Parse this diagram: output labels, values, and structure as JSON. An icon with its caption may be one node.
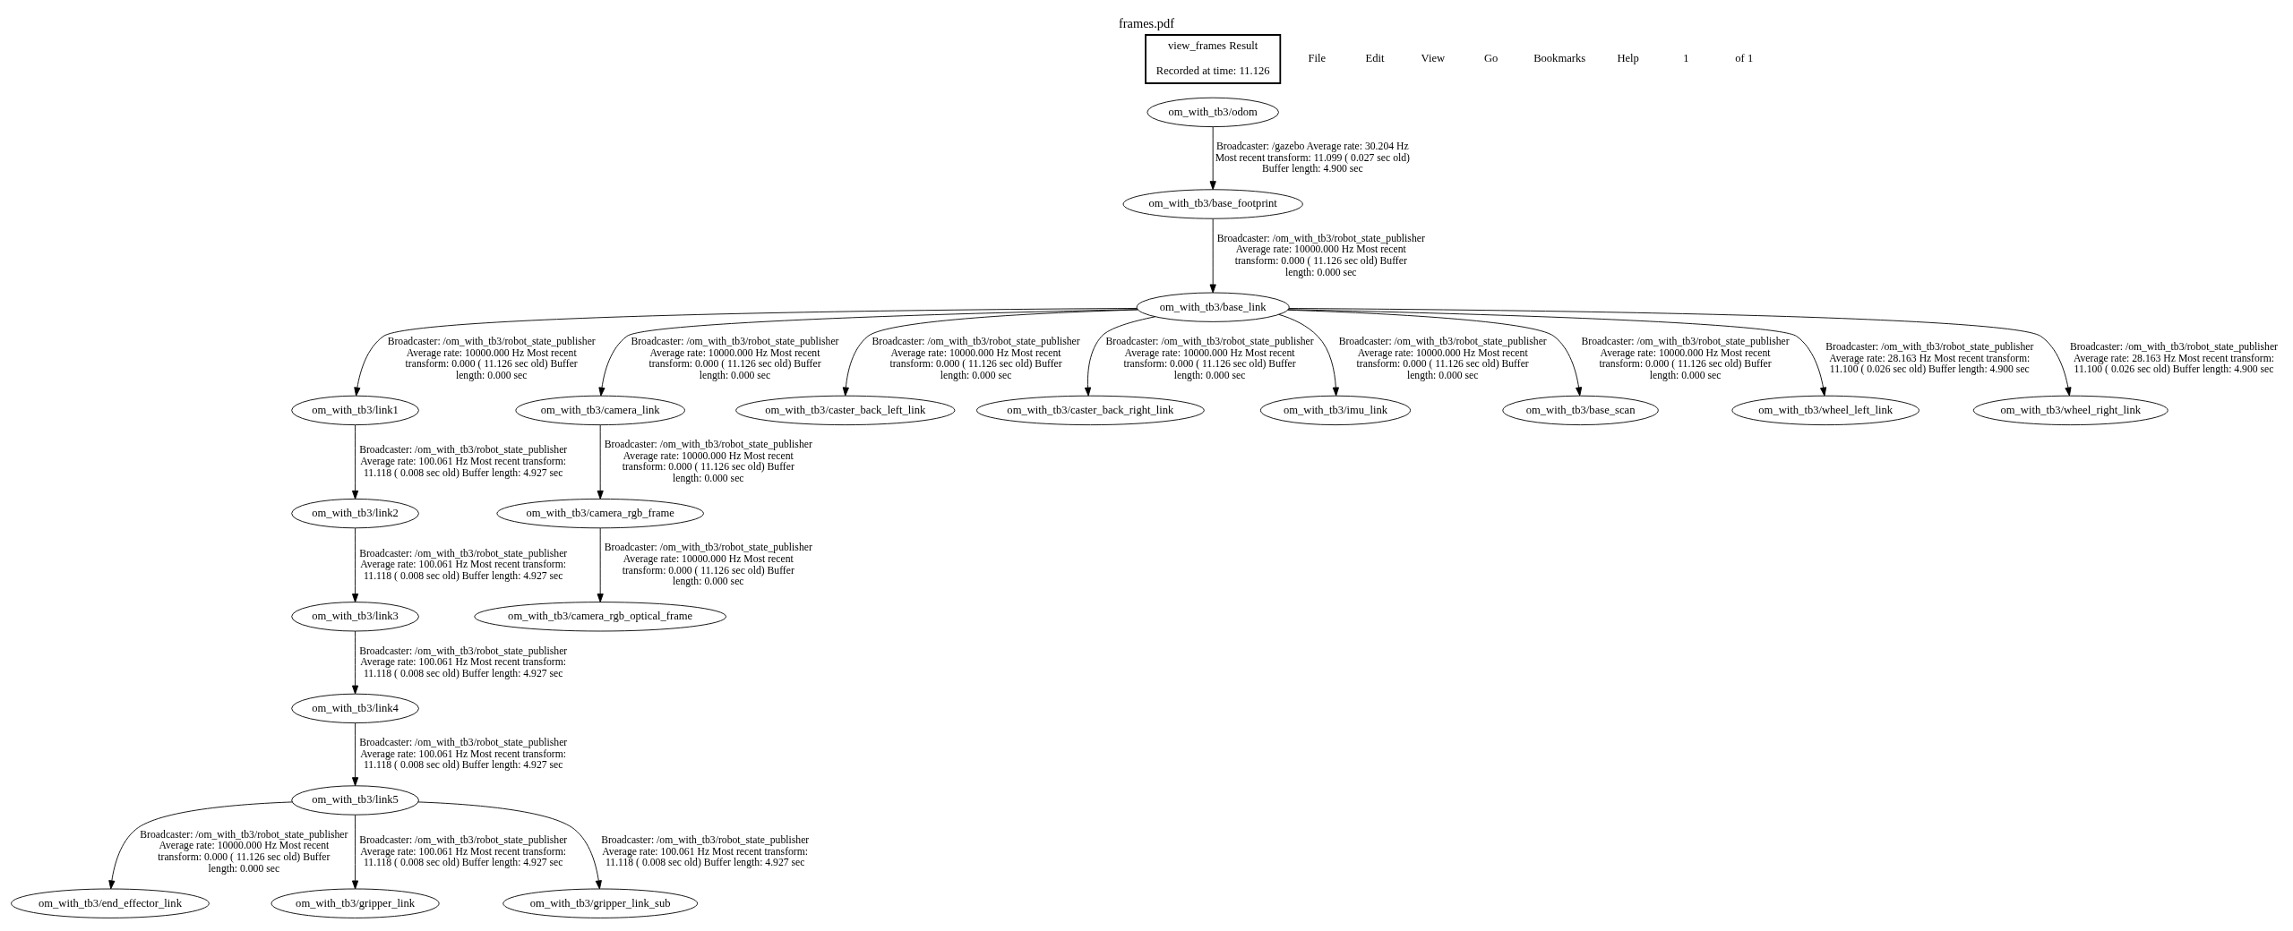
{
  "diagram": {
    "title": "frames.pdf",
    "nodes": [
      {
        "text": [
          "view_frames Result",
          "Recorded at time: 11.126"
        ]
      },
      {
        "text": [
          "om_with_tb3/odom"
        ]
      },
      {
        "text": [
          "om_with_tb3/base_footprint"
        ]
      },
      {
        "text": [
          "om_with_tb3/base_link"
        ]
      },
      {
        "text": [
          "om_with_tb3/link1"
        ]
      },
      {
        "text": [
          "om_with_tb3/camera_link"
        ]
      },
      {
        "text": [
          "om_with_tb3/caster_back_left_link"
        ]
      },
      {
        "text": [
          "om_with_tb3/caster_back_right_link"
        ]
      },
      {
        "text": [
          "om_with_tb3/imu_link"
        ]
      },
      {
        "text": [
          "om_with_tb3/base_scan"
        ]
      },
      {
        "text": [
          "om_with_tb3/wheel_left_link"
        ]
      },
      {
        "text": [
          "om_with_tb3/wheel_right_link"
        ]
      },
      {
        "text": [
          "om_with_tb3/link2"
        ]
      },
      {
        "text": [
          "om_with_tb3/camera_rgb_frame"
        ]
      },
      {
        "text": [
          "om_with_tb3/link3"
        ]
      },
      {
        "text": [
          "om_with_tb3/camera_rgb_optical_frame"
        ]
      },
      {
        "text": [
          "om_with_tb3/link4"
        ]
      },
      {
        "text": [
          "om_with_tb3/link5"
        ]
      },
      {
        "text": [
          "om_with_tb3/end_effector_link"
        ]
      },
      {
        "text": [
          "om_with_tb3/gripper_link"
        ]
      },
      {
        "text": [
          "om_with_tb3/gripper_link_sub"
        ]
      }
    ],
    "edges": [
      {
        "from": 1,
        "to": 2,
        "arrow": "to",
        "label": "Broadcaster: /gazebo Average rate: 30.204 Hz Most recent transform: 11.099 ( 0.027 sec old) Buffer length: 4.900 sec"
      },
      {
        "from": 2,
        "to": 3,
        "arrow": "to",
        "label": "Broadcaster: /om_with_tb3/robot_state_publisher Average rate: 10000.000 Hz Most recent transform: 0.000 ( 11.126 sec old) Buffer length: 0.000 sec"
      },
      {
        "from": 3,
        "to": 4,
        "arrow": "to",
        "label": "Broadcaster: /om_with_tb3/robot_state_publisher Average rate: 10000.000 Hz Most recent transform: 0.000 ( 11.126 sec old) Buffer length: 0.000 sec"
      },
      {
        "from": 3,
        "to": 5,
        "arrow": "to",
        "label": "Broadcaster: /om_with_tb3/robot_state_publisher Average rate: 10000.000 Hz Most recent transform: 0.000 ( 11.126 sec old) Buffer length: 0.000 sec"
      },
      {
        "from": 3,
        "to": 6,
        "arrow": "to",
        "label": "Broadcaster: /om_with_tb3/robot_state_publisher Average rate: 10000.000 Hz Most recent transform: 0.000 ( 11.126 sec old) Buffer length: 0.000 sec"
      },
      {
        "from": 3,
        "to": 7,
        "arrow": "to",
        "label": "Broadcaster: /om_with_tb3/robot_state_publisher Average rate: 10000.000 Hz Most recent transform: 0.000 ( 11.126 sec old) Buffer length: 0.000 sec"
      },
      {
        "from": 3,
        "to": 8,
        "arrow": "to",
        "label": "Broadcaster: /om_with_tb3/robot_state_publisher Average rate: 10000.000 Hz Most recent transform: 0.000 ( 11.126 sec old) Buffer length: 0.000 sec"
      },
      {
        "from": 3,
        "to": 9,
        "arrow": "to",
        "label": "Broadcaster: /om_with_tb3/robot_state_publisher Average rate: 10000.000 Hz Most recent transform: 0.000 ( 11.126 sec old) Buffer length: 0.000 sec"
      },
      {
        "from": 3,
        "to": 10,
        "arrow": "to",
        "label": "Broadcaster: /om_with_tb3/robot_state_publisher Average rate: 28.163 Hz Most recent transform: 11.100 ( 0.026 sec old) Buffer length: 4.900 sec"
      },
      {
        "from": 3,
        "to": 11,
        "arrow": "to",
        "label": "Broadcaster: /om_with_tb3/robot_state_publisher Average rate: 28.163 Hz Most recent transform: 11.100 ( 0.026 sec old) Buffer length: 4.900 sec"
      },
      {
        "from": 4,
        "to": 12,
        "arrow": "to",
        "label": "Broadcaster: /om_with_tb3/robot_state_publisher Average rate: 100.061 Hz Most recent transform: 11.118 ( 0.008 sec old) Buffer length: 4.927 sec"
      },
      {
        "from": 5,
        "to": 13,
        "arrow": "to",
        "label": "Broadcaster: /om_with_tb3/robot_state_publisher Average rate: 10000.000 Hz Most recent transform: 0.000 ( 11.126 sec old) Buffer length: 0.000 sec"
      },
      {
        "from": 12,
        "to": 14,
        "arrow": "to",
        "label": "Broadcaster: /om_with_tb3/robot_state_publisher Average rate: 100.061 Hz Most recent transform: 11.118 ( 0.008 sec old) Buffer length: 4.927 sec"
      },
      {
        "from": 13,
        "to": 15,
        "arrow": "to",
        "label": "Broadcaster: /om_with_tb3/robot_state_publisher Average rate: 10000.000 Hz Most recent transform: 0.000 ( 11.126 sec old) Buffer length: 0.000 sec"
      },
      {
        "from": 14,
        "to": 16,
        "arrow": "to",
        "label": "Broadcaster: /om_with_tb3/robot_state_publisher Average rate: 100.061 Hz Most recent transform: 11.118 ( 0.008 sec old) Buffer length: 4.927 sec"
      },
      {
        "from": 16,
        "to": 17,
        "arrow": "to",
        "label": "Broadcaster: /om_with_tb3/robot_state_publisher Average rate: 100.061 Hz Most recent transform: 11.118 ( 0.008 sec old) Buffer length: 4.927 sec"
      },
      {
        "from": 17,
        "to": 18,
        "arrow": "to",
        "label": "Broadcaster: /om_with_tb3/robot_state_publisher Average rate: 10000.000 Hz Most recent transform: 0.000 ( 11.126 sec old) Buffer length: 0.000 sec"
      },
      {
        "from": 17,
        "to": 19,
        "arrow": "to",
        "label": "Broadcaster: /om_with_tb3/robot_state_publisher Average rate: 100.061 Hz Most recent transform: 11.118 ( 0.008 sec old) Buffer length: 4.927 sec"
      },
      {
        "from": 17,
        "to": 20,
        "arrow": "to",
        "label": "Broadcaster: /om_with_tb3/robot_state_publisher Average rate: 100.061 Hz Most recent transform: 11.118 ( 0.008 sec old) Buffer length: 4.927 sec"
      }
    ],
    "labels": [
      "File",
      "Edit",
      "View",
      "Go",
      "Bookmarks",
      "Help",
      "1",
      "of 1"
    ]
  }
}
